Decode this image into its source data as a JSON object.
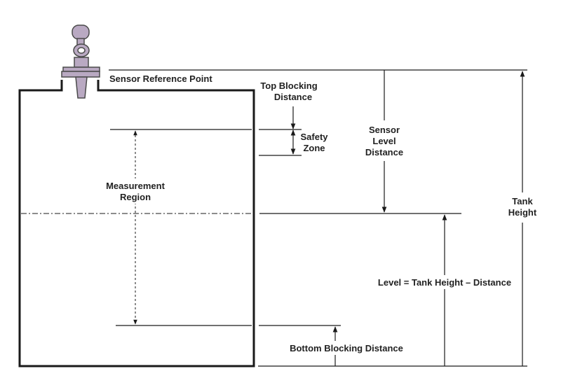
{
  "labels": {
    "sensor_reference_point": "Sensor Reference Point",
    "top_blocking_1": "Top Blocking",
    "top_blocking_2": "Distance",
    "safety_1": "Safety",
    "safety_2": "Zone",
    "sensor_level_1": "Sensor",
    "sensor_level_2": "Level",
    "sensor_level_3": "Distance",
    "measurement_1": "Measurement",
    "measurement_2": "Region",
    "tank_height_1": "Tank",
    "tank_height_2": "Height",
    "level_formula": "Level = Tank Height – Distance",
    "bottom_blocking": "Bottom Blocking Distance"
  },
  "colors": {
    "line": "#1a1a1a",
    "sensor_body": "#b9a9c2",
    "sensor_outline": "#4a4a4a"
  }
}
